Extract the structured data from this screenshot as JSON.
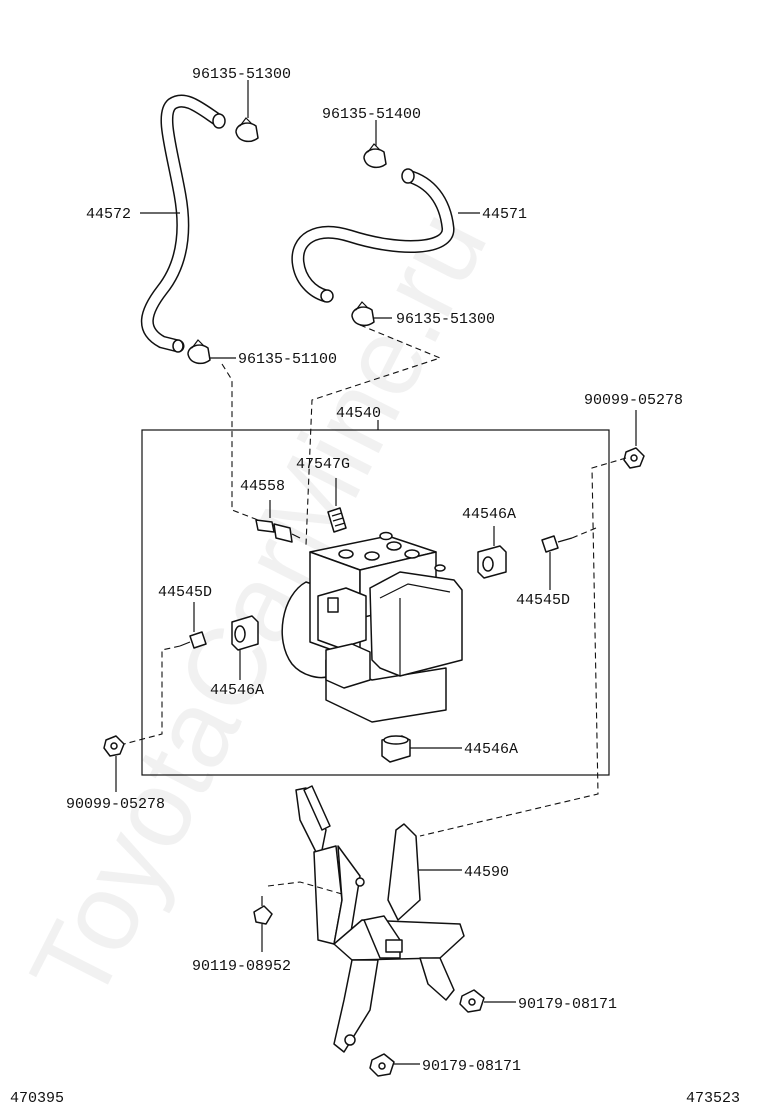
{
  "watermark": "ToyotaCarMine.ru",
  "corner_labels": {
    "left": "470395",
    "right": "473523"
  },
  "parts": {
    "clip_top_left": "96135-51300",
    "clip_top_mid": "96135-51400",
    "hose_left": "44572",
    "hose_right": "44571",
    "clip_right": "96135-51300",
    "clip_lower_left": "96135-51100",
    "actuator_assy": "44540",
    "nut_top_right": "90099-05278",
    "valve": "47547G",
    "union": "44558",
    "cushion_upper": "44546A",
    "bolt_right": "44545D",
    "bolt_left": "44545D",
    "cushion_left": "44546A",
    "cushion_bottom": "44546A",
    "nut_bottom_left": "90099-05278",
    "bracket": "44590",
    "bolt_bracket": "90119-08952",
    "bolt_lower_1": "90179-08171",
    "bolt_lower_2": "90179-08171"
  }
}
